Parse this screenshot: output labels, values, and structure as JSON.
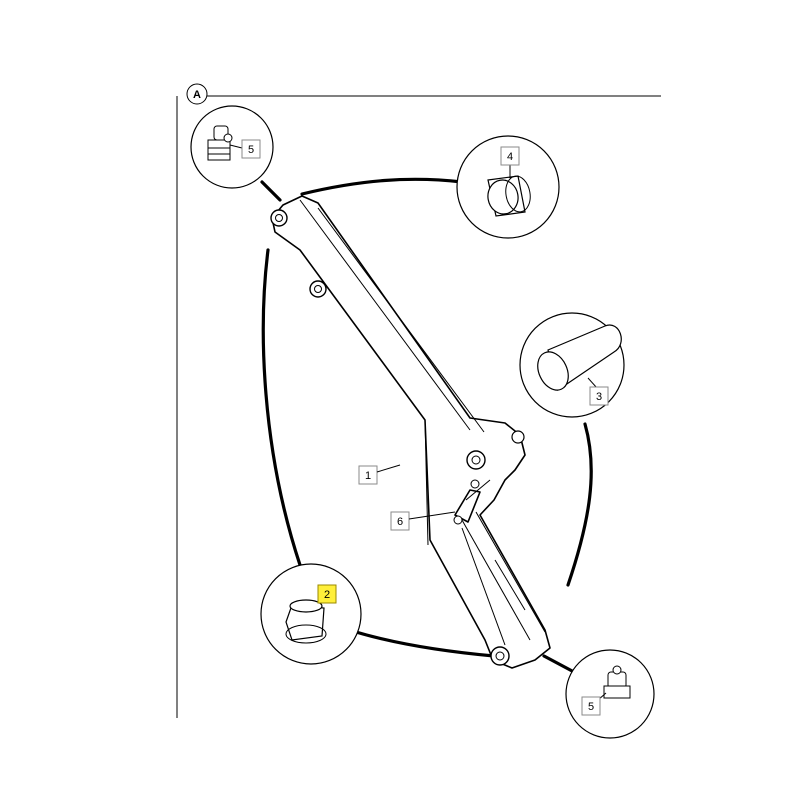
{
  "frame": {
    "corner_label": "A"
  },
  "callouts": [
    {
      "id": "1",
      "label": "1",
      "part": "arm",
      "highlighted": false
    },
    {
      "id": "2",
      "label": "2",
      "part": "bushing-lower",
      "highlighted": true
    },
    {
      "id": "3",
      "label": "3",
      "part": "pin",
      "highlighted": false
    },
    {
      "id": "4",
      "label": "4",
      "part": "bushing-upper",
      "highlighted": false
    },
    {
      "id": "5a",
      "label": "5",
      "part": "grease-fitting-angled",
      "highlighted": false
    },
    {
      "id": "5b",
      "label": "5",
      "part": "grease-fitting-straight",
      "highlighted": false
    },
    {
      "id": "6",
      "label": "6",
      "part": "valve-linkage",
      "highlighted": false
    }
  ],
  "colors": {
    "highlight": "#ffef3a",
    "line": "#000000",
    "label_border": "#8a8a8a"
  }
}
